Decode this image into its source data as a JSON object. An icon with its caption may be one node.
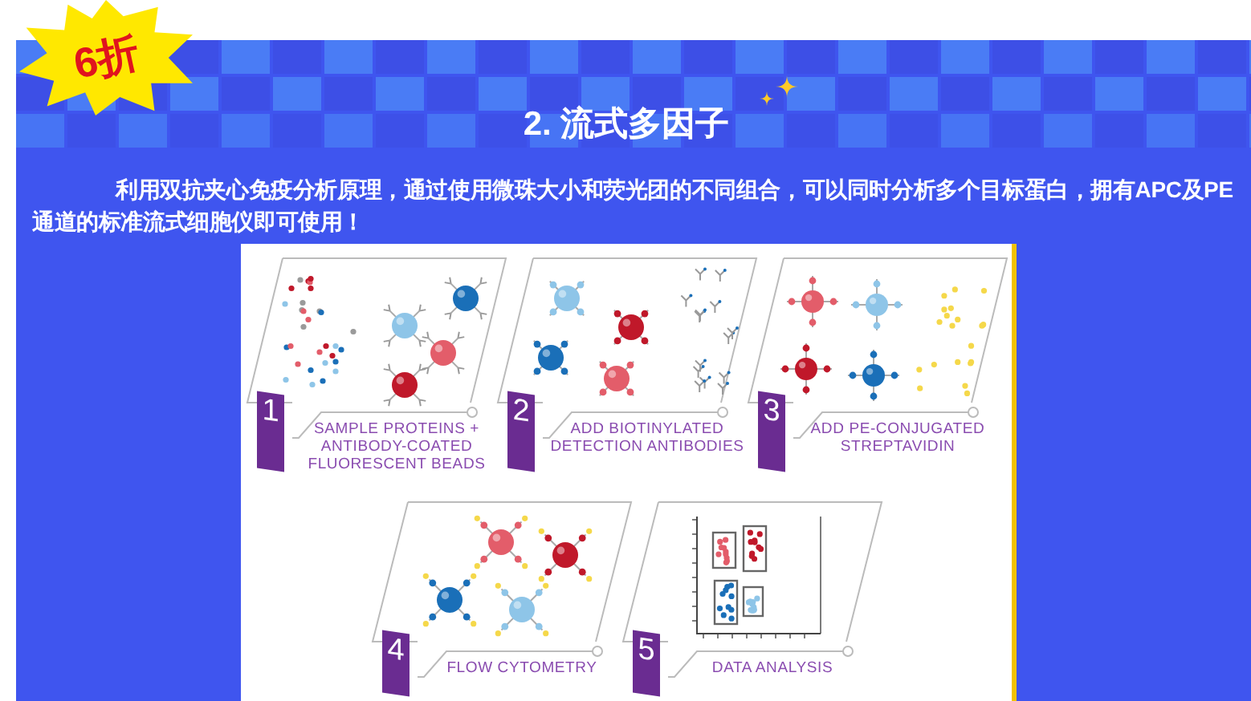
{
  "diagram": {
    "title": "2. 流式多因子",
    "nodes": [
      {
        "text": [
          "1",
          "SAMPLE PROTEINS + ANTIBODY-COATED FLUORESCENT BEADS"
        ]
      },
      {
        "text": [
          "2",
          "ADD BIOTINYLATED DETECTION ANTIBODIES"
        ]
      },
      {
        "text": [
          "3",
          "ADD PE-CONJUGATED STREPTAVIDIN"
        ]
      },
      {
        "text": [
          "4",
          "FLOW CYTOMETRY"
        ]
      },
      {
        "text": [
          "5",
          "DATA ANALYSIS"
        ]
      }
    ],
    "labels": [
      "6折",
      "利用双抗夹心免疫分析原理，通过使用微珠大小和荧光团的不同组合，可以同时分析多个目标蛋白，拥有APC及PE通道的标准流式细胞仪即可使用！"
    ]
  }
}
